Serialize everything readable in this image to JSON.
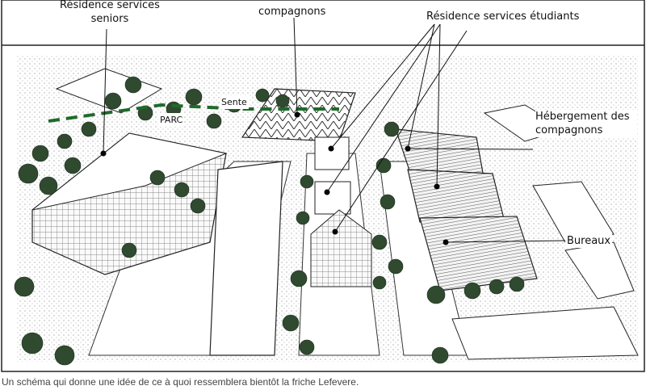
{
  "labels": {
    "residence_seniors": "Résidence services seniors",
    "compagnons_top": "compagnons",
    "residence_etudiants": "Résidence services étudiants",
    "sente": "Sente",
    "parc": "PARC",
    "hebergement": "Hébergement des compagnons",
    "bureaux": "Bureaux"
  },
  "caption": "Un schéma qui donne une idée de ce à quoi ressemblera bientôt la friche Lefevere."
}
